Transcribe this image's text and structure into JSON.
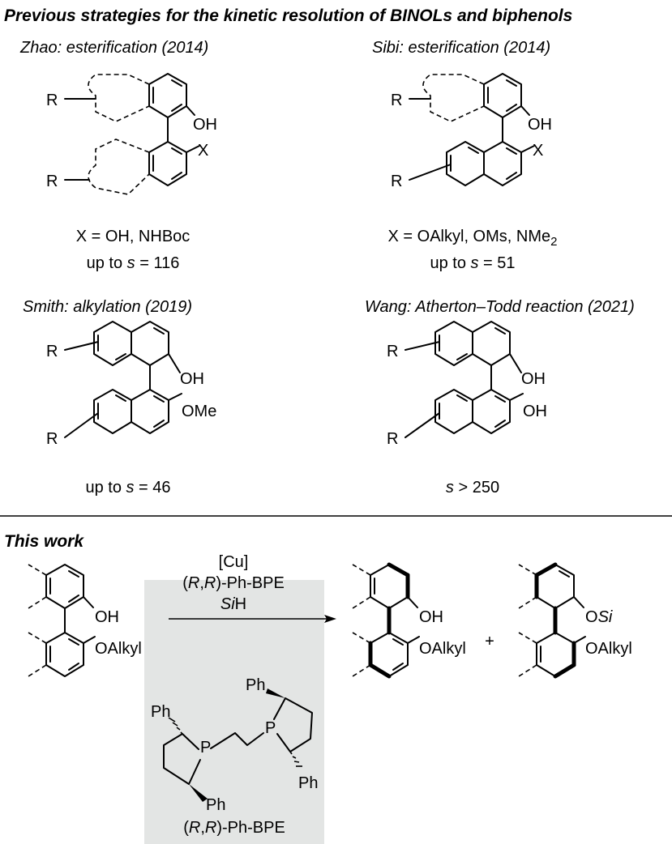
{
  "heading": "Previous strategies for the kinetic resolution of BINOLs and biphenols",
  "panels": {
    "zhao": {
      "subtitle": "Zhao: esterification (2014)",
      "r": "R",
      "oh": "OH",
      "x": "X",
      "caption_line1": "X = OH, NHBoc",
      "caption_prefix": "up to ",
      "caption_s": "s",
      "caption_value": " = 116"
    },
    "sibi": {
      "subtitle": "Sibi: esterification (2014)",
      "r": "R",
      "oh": "OH",
      "x": "X",
      "caption_line1": "X = OAlkyl, OMs, NMe",
      "caption_sub": "2",
      "caption_prefix": "up to ",
      "caption_s": "s",
      "caption_value": " = 51"
    },
    "smith": {
      "subtitle": "Smith: alkylation (2019)",
      "r": "R",
      "oh": "OH",
      "ome": "OMe",
      "caption_prefix": "up to ",
      "caption_s": "s",
      "caption_value": " = 46"
    },
    "wang": {
      "subtitle": "Wang: Atherton–Todd reaction (2021)",
      "r": "R",
      "oh": "OH",
      "caption_s": "s",
      "caption_value": " > 250"
    }
  },
  "this_work": {
    "heading": "This work",
    "reagents": {
      "line1": "[Cu]",
      "line2_open": "(",
      "line2_r1": "R",
      "line2_comma": ",",
      "line2_r2": "R",
      "line2_rest": ")-Ph-BPE",
      "line3_si": "Si",
      "line3_h": "H"
    },
    "substrate": {
      "oh": "OH",
      "oalkyl": "OAlkyl"
    },
    "product1": {
      "oh": "OH",
      "oalkyl": "OAlkyl"
    },
    "plus": "+",
    "product2": {
      "o": "O",
      "si": "Si",
      "oalkyl": "OAlkyl"
    },
    "ligand": {
      "ph": "Ph",
      "p": "P",
      "name_open": "(",
      "name_r1": "R",
      "name_comma": ",",
      "name_r2": "R",
      "name_rest": ")-Ph-BPE"
    }
  },
  "colors": {
    "ligand_box": "#e3e5e4",
    "ink": "#000000"
  }
}
